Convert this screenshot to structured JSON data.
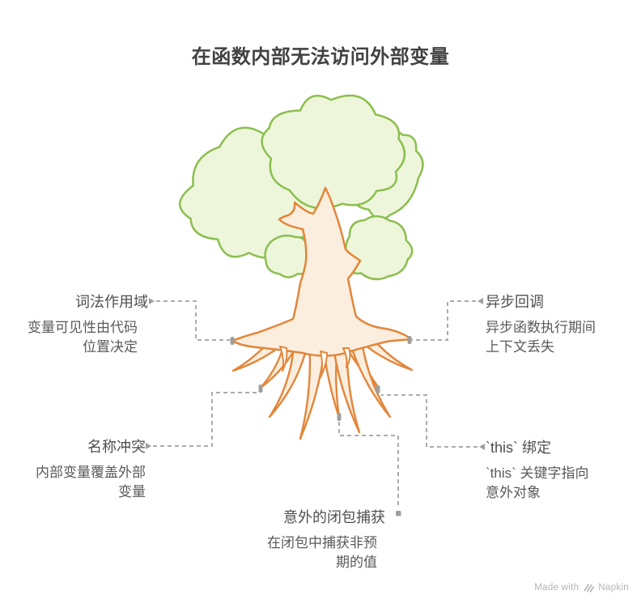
{
  "title": "在函数内部无法访问外部变量",
  "labels": [
    {
      "id": "lexical-scope",
      "heading": "词法作用域",
      "body": "变量可见性由代码\n位置决定"
    },
    {
      "id": "async-callback",
      "heading": "异步回调",
      "body": "异步函数执行期间\n上下文丢失"
    },
    {
      "id": "name-collision",
      "heading": "名称冲突",
      "body": "内部变量覆盖外部\n变量"
    },
    {
      "id": "this-binding",
      "heading": "`this` 绑定",
      "body": "`this` 关键字指向\n意外对象"
    },
    {
      "id": "closure-capture",
      "heading": "意外的闭包捕获",
      "body": "在闭包中捕获非预\n期的值"
    }
  ],
  "footer": {
    "made_with": "Made with",
    "brand": "Napkin"
  },
  "colors": {
    "foliage_fill": "#edf6da",
    "foliage_stroke": "#8cbe4f",
    "trunk_fill": "#fceede",
    "trunk_stroke": "#e2863b",
    "connector": "#ababab",
    "endpoint": "#9e9e9e",
    "title_text": "#424242",
    "heading_text": "#4f4f4f",
    "body_text": "#5a5a5a",
    "badge_text": "#b5b5b5"
  }
}
